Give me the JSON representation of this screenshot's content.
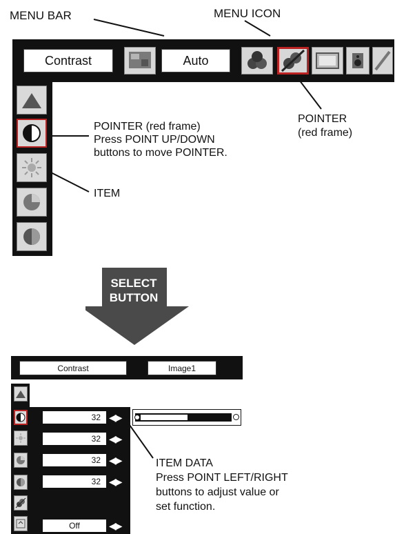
{
  "labels": {
    "menu_bar": "MENU BAR",
    "menu_icon": "MENU ICON",
    "pointer_item_line1": "POINTER (red frame)",
    "pointer_item_line2": "Press  POINT  UP/DOWN",
    "pointer_item_line3": "buttons to move POINTER.",
    "pointer_menu_line1": "POINTER",
    "pointer_menu_line2": "(red frame)",
    "item": "ITEM",
    "item_data_line1": "ITEM DATA",
    "item_data_line2": "Press  POINT  LEFT/RIGHT",
    "item_data_line3": "buttons  to  adjust  value  or",
    "item_data_line4": "set function."
  },
  "top_menu": {
    "item_label": "Contrast",
    "mode_label": "Auto",
    "icons": [
      "color-adjust-icon",
      "balls-icon",
      "image-select-icon",
      "screen-icon",
      "speaker-icon",
      "tool-icon"
    ]
  },
  "top_items": [
    "contrast-icon",
    "brightness-icon",
    "color-icon",
    "tint-icon",
    "sun-icon"
  ],
  "arrow": {
    "line1": "SELECT",
    "line2": "BUTTON"
  },
  "bottom_menu": {
    "item_label": "Contrast",
    "mode_label": "Image1",
    "rows": [
      {
        "value": "32"
      },
      {
        "value": "32"
      },
      {
        "value": "32"
      },
      {
        "value": "32"
      }
    ],
    "off_value": "Off",
    "slider_level": 0.52
  }
}
